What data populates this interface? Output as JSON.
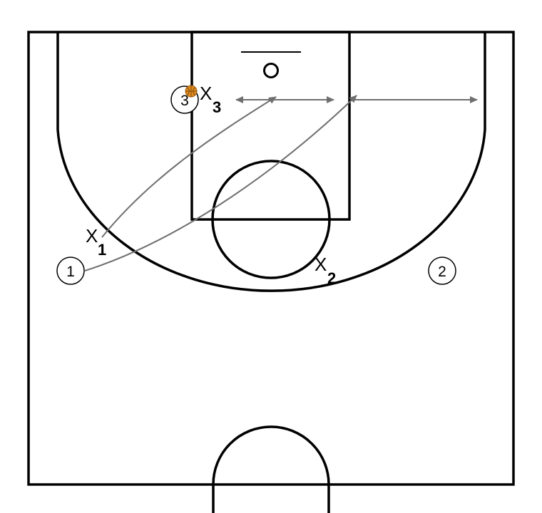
{
  "colors": {
    "court_lines": "#000000",
    "movement_arrows": "#6f6f6f",
    "ball": "#e08a1e",
    "background": "#ffffff"
  },
  "offense": [
    {
      "id": "p1",
      "label": "1"
    },
    {
      "id": "p2",
      "label": "2"
    },
    {
      "id": "p3",
      "label": "3",
      "has_ball": true
    }
  ],
  "defense": [
    {
      "id": "x1",
      "letter": "X",
      "sub": "1"
    },
    {
      "id": "x2",
      "letter": "X",
      "sub": "2"
    },
    {
      "id": "x3",
      "letter": "X",
      "sub": "3"
    }
  ],
  "icons": {
    "ball": "basketball-icon"
  }
}
